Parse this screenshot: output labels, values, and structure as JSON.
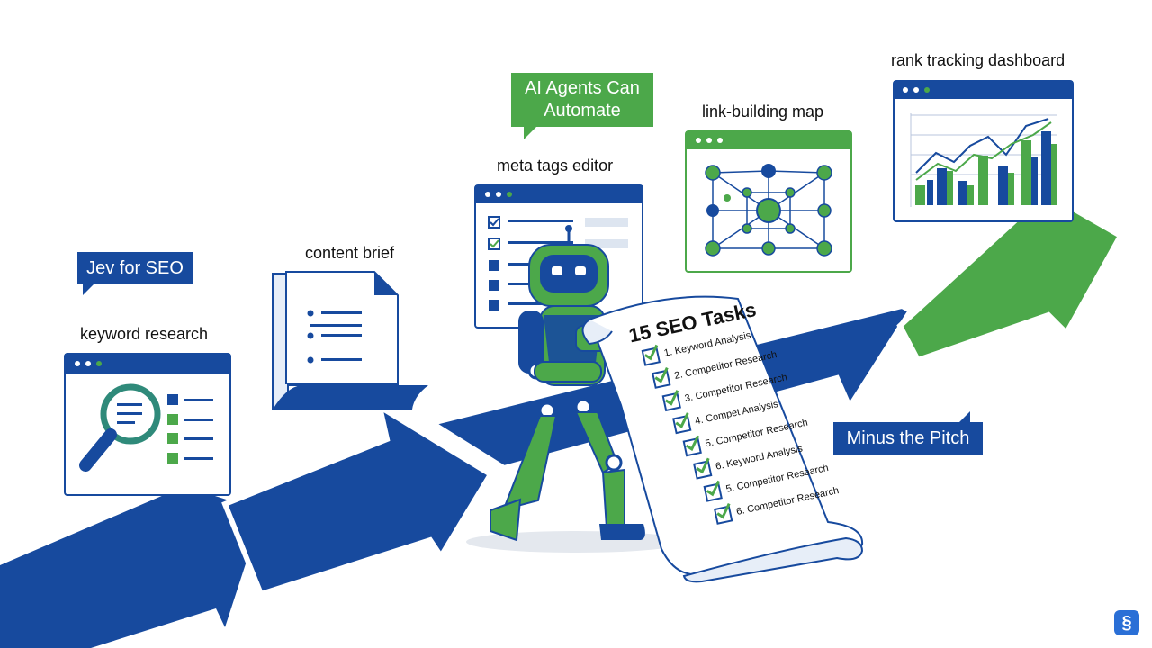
{
  "callouts": {
    "jev": "Jev for SEO",
    "ai_line1": "AI Agents Can",
    "ai_line2": "Automate",
    "minus": "Minus the Pitch"
  },
  "labels": {
    "keyword": "keyword research",
    "brief": "content brief",
    "meta": "meta tags editor",
    "link": "link-building map",
    "rank": "rank tracking dashboard"
  },
  "scroll": {
    "title": "15 SEO Tasks",
    "tasks": [
      "1. Keyword Analysis",
      "2. Competitor Research",
      "3. Competitor Research",
      "4. Compet Analysis",
      "5. Competitor Research",
      "6. Keyword Analysis",
      "5. Competitor Research",
      "6. Competitor Research"
    ]
  },
  "colors": {
    "blue": "#174a9e",
    "green": "#4ca84a",
    "white": "#ffffff"
  },
  "icons": [
    "magnifier-icon",
    "document-icon",
    "checklist-icon",
    "network-icon",
    "bar-chart-icon",
    "robot-icon",
    "checkmark-icon",
    "app-logo-icon"
  ]
}
